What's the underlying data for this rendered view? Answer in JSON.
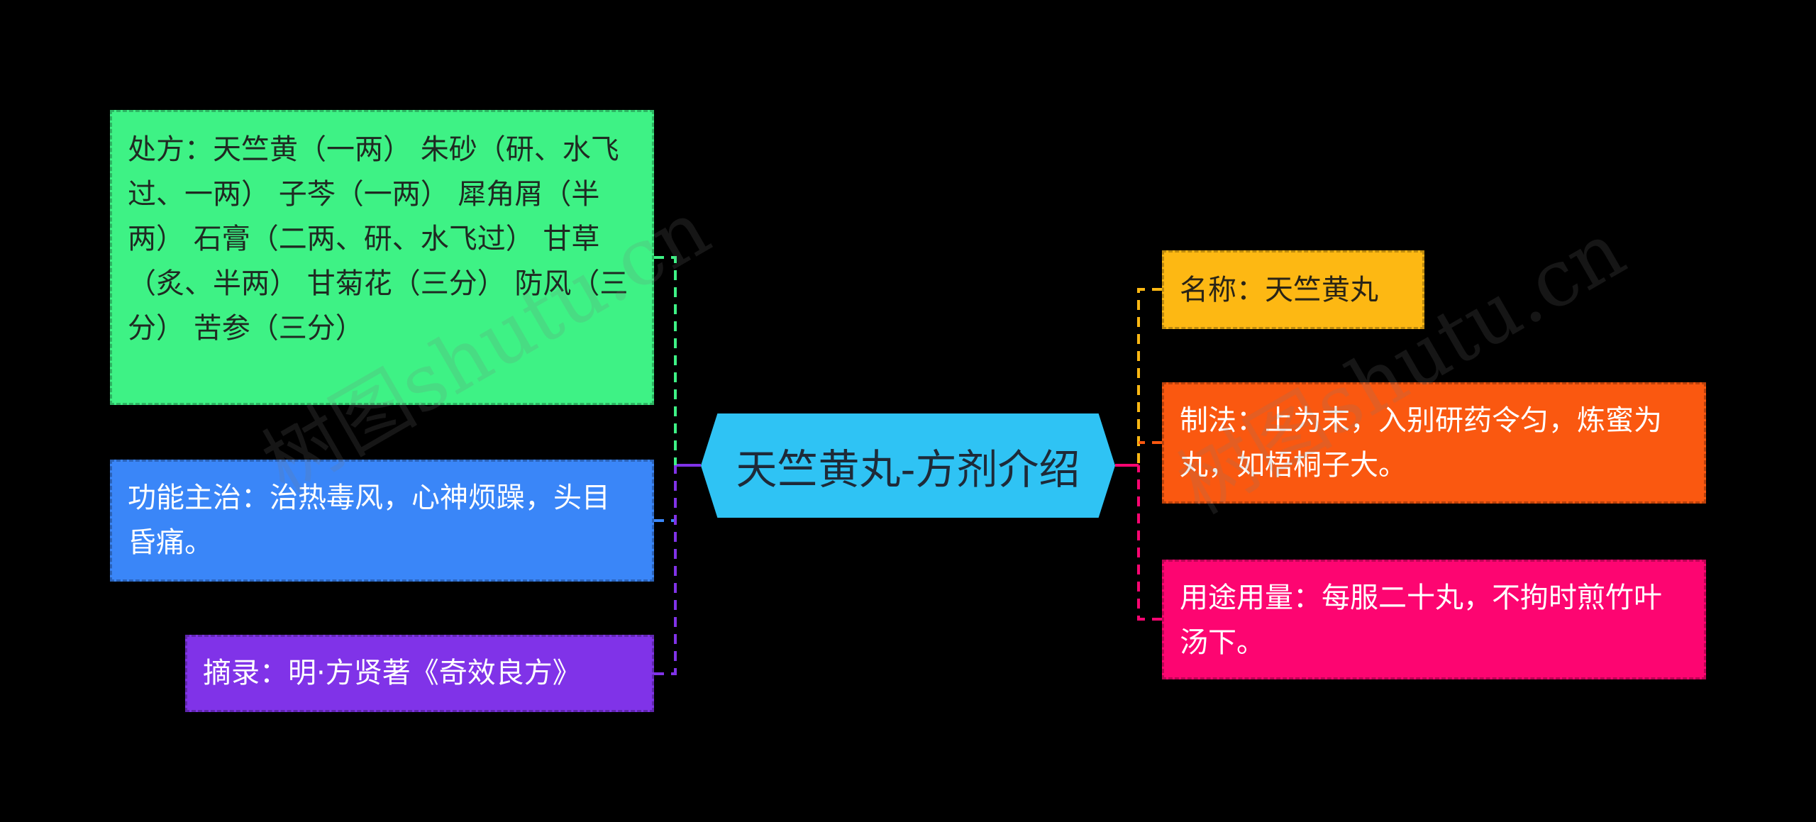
{
  "center": {
    "title": "天竺黄丸-方剂介绍",
    "color": "#2fc3f4"
  },
  "left": [
    {
      "text": "处方：天竺黄（一两） 朱砂（研、水飞过、一两） 子芩（一两） 犀角屑（半两） 石膏（二两、研、水飞过） 甘草（炙、半两） 甘菊花（三分） 防风（三分） 苦参（三分）",
      "color": "#3ef285"
    },
    {
      "text": "功能主治：治热毒风，心神烦躁，头目昏痛。",
      "color": "#3a86f8"
    },
    {
      "text": "摘录：明·方贤著《奇效良方》",
      "color": "#8033e8"
    }
  ],
  "right": [
    {
      "text": "名称：天竺黄丸",
      "color": "#fdb813"
    },
    {
      "text": "制法：上为末，入别研药令匀，炼蜜为丸，如梧桐子大。",
      "color": "#fa5810"
    },
    {
      "text": "用途用量：每服二十丸，不拘时煎竹叶汤下。",
      "color": "#fd0571"
    }
  ],
  "watermark": "树图shutu.cn"
}
